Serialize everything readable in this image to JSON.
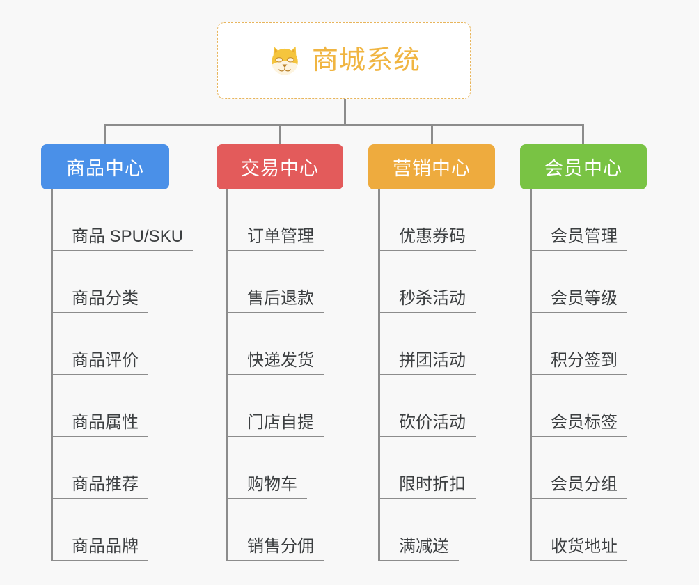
{
  "canvas": {
    "background": "#f8f8f8",
    "line_color": "#8c8c8c"
  },
  "root": {
    "title": "商城系统",
    "icon": "shiba-dog-face-icon",
    "text_color": "#f0b542",
    "border_color": "#e8b55c",
    "background": "#ffffff"
  },
  "branches": [
    {
      "label": "商品中心",
      "color": "#4a90e8",
      "items": [
        "商品 SPU/SKU",
        "商品分类",
        "商品评价",
        "商品属性",
        "商品推荐",
        "商品品牌"
      ]
    },
    {
      "label": "交易中心",
      "color": "#e35b5b",
      "items": [
        "订单管理",
        "售后退款",
        "快递发货",
        "门店自提",
        "购物车",
        "销售分佣"
      ]
    },
    {
      "label": "营销中心",
      "color": "#eeab3e",
      "items": [
        "优惠券码",
        "秒杀活动",
        "拼团活动",
        "砍价活动",
        "限时折扣",
        "满减送"
      ]
    },
    {
      "label": "会员中心",
      "color": "#79c344",
      "items": [
        "会员管理",
        "会员等级",
        "积分签到",
        "会员标签",
        "会员分组",
        "收货地址"
      ]
    }
  ]
}
